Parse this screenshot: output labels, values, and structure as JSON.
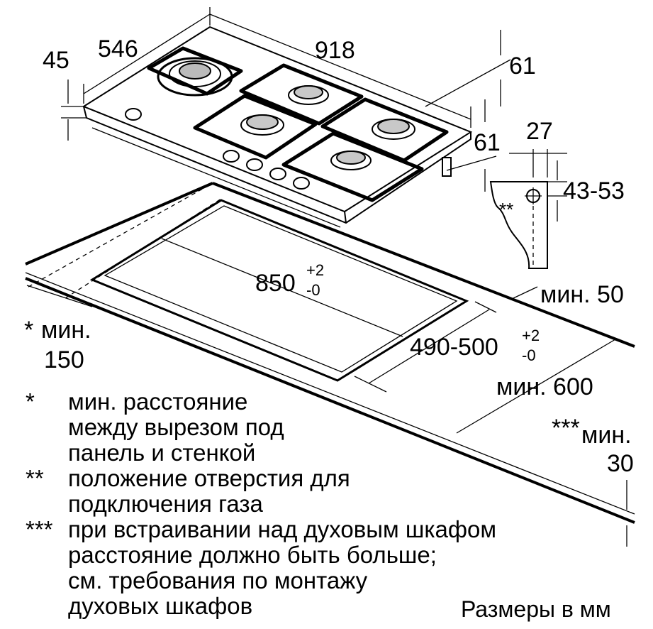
{
  "dimensions": {
    "depth": "546",
    "width": "918",
    "thickness": "45",
    "gas_height_top": "61",
    "gas_height_side": "61",
    "gas_offset": "27",
    "gas_vertical": "43-53",
    "cutout_width": "850",
    "cutout_width_tol_plus": "+2",
    "cutout_width_tol_minus": "-0",
    "cutout_depth": "490-500",
    "cutout_depth_tol_plus": "+2",
    "cutout_depth_tol_minus": "-0",
    "min_back": "мин. 50",
    "min_side_star": "*",
    "min_side_label": "мин.",
    "min_side_value": "150",
    "min_counter": "мин. 600",
    "min_oven_stars": "***",
    "min_oven_label": "мин.",
    "min_oven_value": "30",
    "gas_mark": "**"
  },
  "legend": [
    {
      "mark": "*",
      "lines": [
        "мин. расстояние",
        "между вырезом под",
        "панель и стенкой"
      ]
    },
    {
      "mark": "**",
      "lines": [
        "положение отверстия для",
        "подключения газа"
      ]
    },
    {
      "mark": "***",
      "lines": [
        "при встраивании над духовым шкафом",
        "расстояние должно быть больше;",
        "см. требования по монтажу",
        "духовых шкафов"
      ]
    }
  ],
  "units": "Размеры в мм"
}
